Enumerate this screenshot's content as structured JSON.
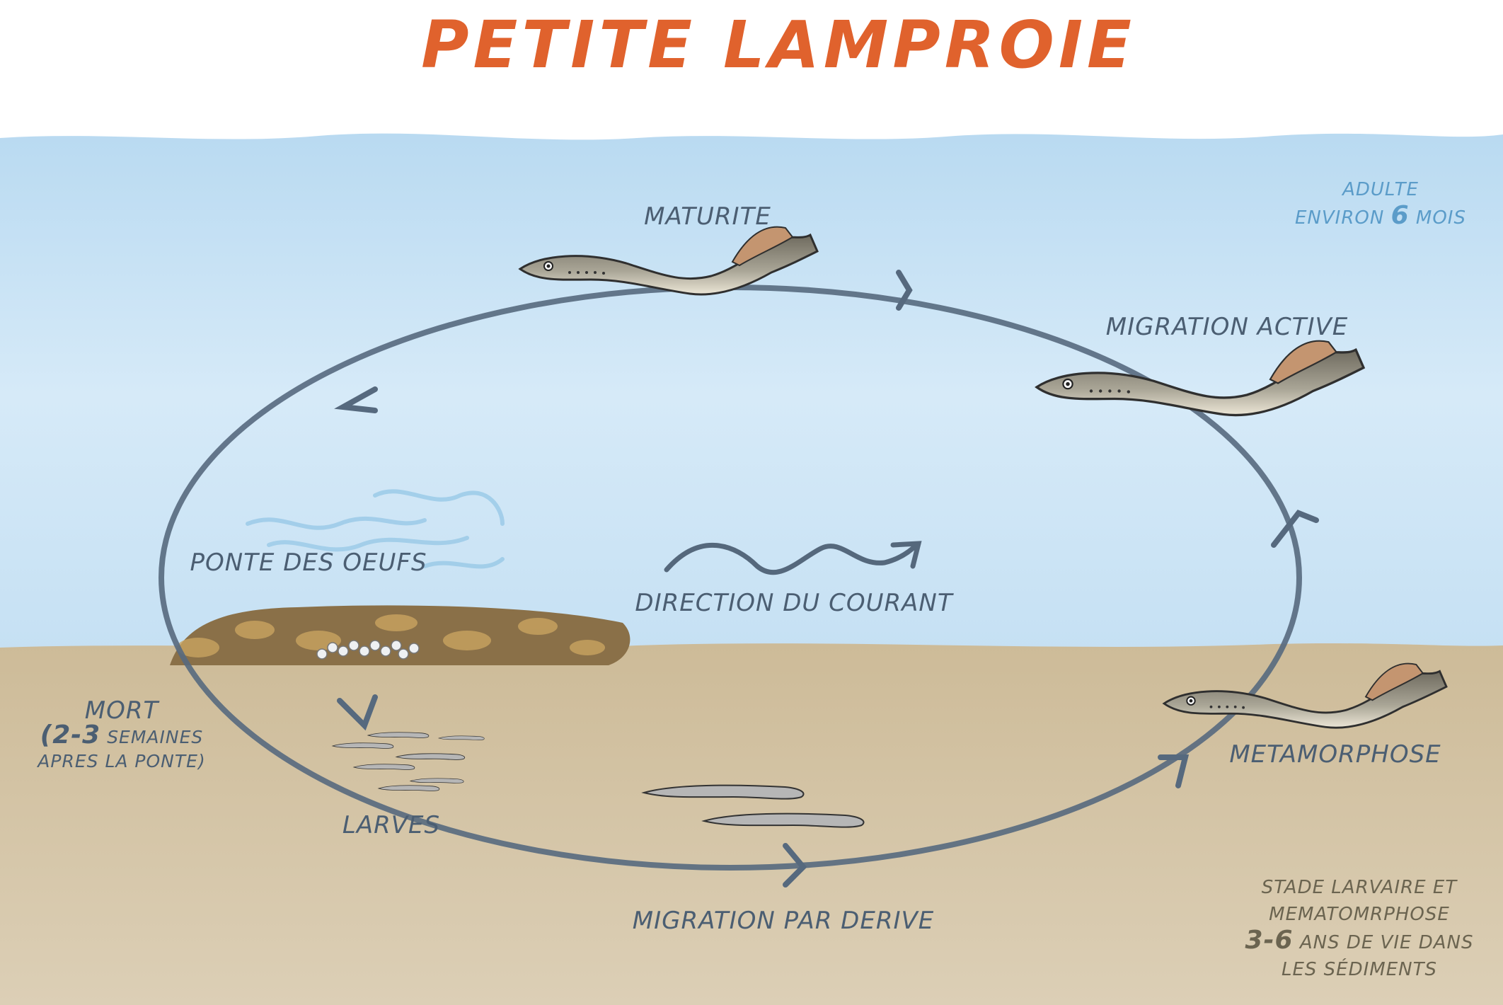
{
  "title": "PETITE LAMPROIE",
  "labels": {
    "maturite": "MATURITE",
    "migration_active": "MIGRATION ACTIVE",
    "ponte": "PONTE DES OEUFS",
    "direction": "DIRECTION DU COURANT",
    "mort": "MORT",
    "mort_detail_num": "(2-3",
    "mort_detail_1": "SEMAINES",
    "mort_detail_2": "APRES LA PONTE)",
    "larves": "LARVES",
    "migration_derive": "MIGRATION PAR DERIVE",
    "metamorphose": "METAMORPHOSE"
  },
  "adult_note": {
    "line1": "ADULTE",
    "line2_a": "ENVIRON",
    "line2_num": "6",
    "line2_b": "MOIS"
  },
  "larval_note": {
    "line1": "STADE LARVAIRE ET",
    "line2": "MEMATOMRPHOSE",
    "line3_num": "3-6",
    "line3_b": "ANS DE VIE DANS",
    "line4": "LES SÉDIMENTS"
  },
  "colors": {
    "title": "#e0622d",
    "water": "#cfe6f6",
    "sediment": "#d6c7aa",
    "cycle": "#56697e"
  }
}
